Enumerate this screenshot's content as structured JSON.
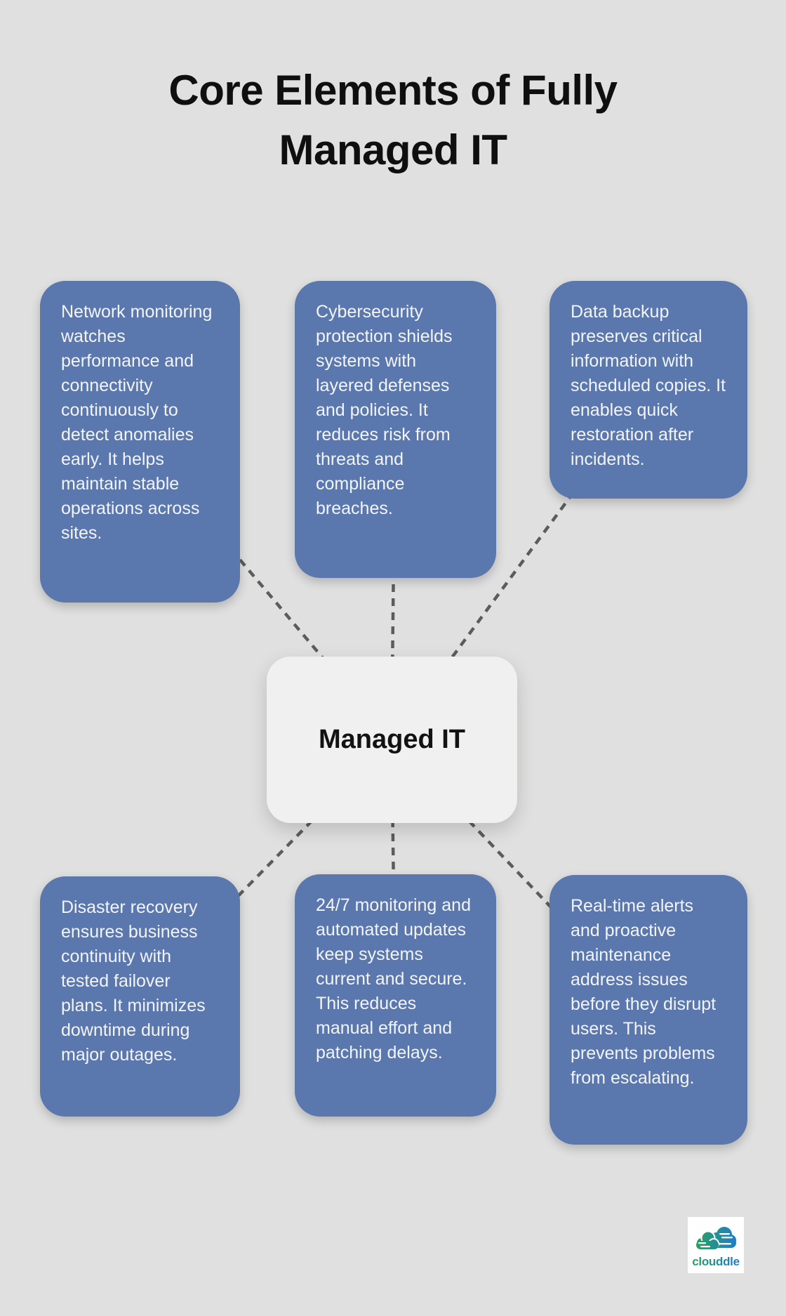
{
  "page": {
    "title": "Core Elements of Fully Managed IT",
    "title_lines": [
      "Core Elements of Fully",
      "Managed IT"
    ]
  },
  "center": {
    "label": "Managed IT"
  },
  "boxes": [
    {
      "id": "network-monitoring",
      "text": "Network monitoring watches performance and connectivity continuously to detect anomalies early. It helps maintain stable operations across sites."
    },
    {
      "id": "cybersecurity-protection",
      "text": "Cybersecurity protection shields systems with layered defenses and policies. It reduces risk from threats and compliance breaches."
    },
    {
      "id": "data-backup",
      "text": "Data backup preserves critical information with scheduled copies. It enables quick restoration after incidents."
    },
    {
      "id": "disaster-recovery",
      "text": "Disaster recovery ensures business continuity with tested failover plans. It minimizes downtime during major outages."
    },
    {
      "id": "monitoring-updates",
      "text": "24/7 monitoring and automated updates keep systems current and secure. This reduces manual effort and patching delays."
    },
    {
      "id": "real-time-alerts",
      "text": "Real-time alerts and proactive maintenance address issues before they disrupt users. This prevents problems from escalating."
    }
  ],
  "logo": {
    "text": "clouddle"
  },
  "colors": {
    "background": "#dfe0df",
    "box_fill": "#5a78ad",
    "box_text": "#f3f4f8",
    "center_fill": "#f0f0f1",
    "center_text": "#121212",
    "title": "#0f0f0f",
    "connector": "#5c5c5c",
    "logo_card": "#ffffff",
    "logo_green": "#2ba05f",
    "logo_blue": "#1d7fc9"
  }
}
